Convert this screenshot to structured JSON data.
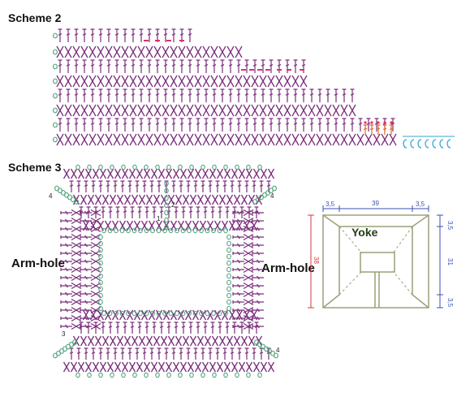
{
  "scheme2": {
    "title": "Scheme 2"
  },
  "scheme3": {
    "title": "Scheme 3",
    "armhole_left": "Arm-hole",
    "armhole_right": "Arm-hole",
    "corner_marks": [
      "4",
      "4",
      "3",
      "4"
    ],
    "inner_marks": [
      "2",
      "1"
    ]
  },
  "yoke": {
    "label": "Yoke",
    "dims": {
      "top_left": "3,5",
      "top_mid": "39",
      "top_right": "3,5",
      "right_top": "3,5",
      "right_mid": "31",
      "right_bottom": "3,5",
      "left_height": "38"
    }
  },
  "colors": {
    "stitch": "#7a2e7c",
    "chain": "#4ea37a",
    "pink": "#e0306e",
    "orange": "#e06a2a",
    "cyan": "#35a6d6",
    "outline": "#9aa078",
    "dim_blue": "#3a4fb5",
    "dim_red": "#d8343c"
  }
}
